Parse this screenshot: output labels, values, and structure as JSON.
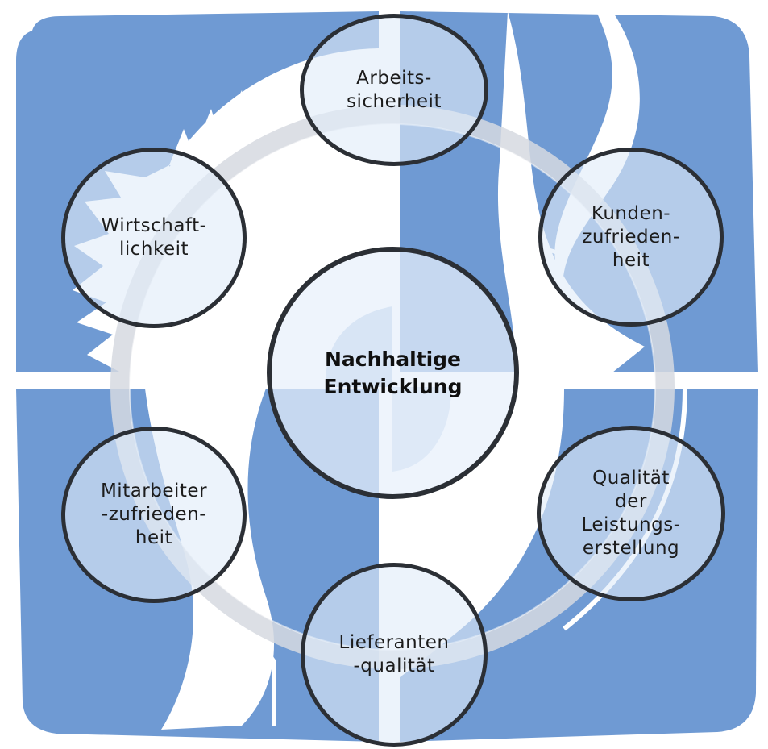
{
  "diagram": {
    "center": {
      "label": "Nachhaltige\nEntwicklung"
    },
    "nodes": [
      {
        "id": "arbeitssicherheit",
        "label": "Arbeits-\nsicherheit"
      },
      {
        "id": "kundenzufriedenheit",
        "label": "Kunden-\nzufrieden-\nheit"
      },
      {
        "id": "qualitaet",
        "label": "Qualität\nder\nLeistungs-\nerstellung"
      },
      {
        "id": "lieferantenqualitaet",
        "label": "Lieferanten\n-qualität"
      },
      {
        "id": "mitarbeiterzufriedenheit",
        "label": "Mitarbeiter\n-zufrieden-\nheit"
      },
      {
        "id": "wirtschaftlichkeit",
        "label": "Wirtschaft-\nlichkeit"
      }
    ]
  },
  "colors": {
    "background_blue": "#6f9ad3",
    "ring": "#d6d9e0",
    "circle_border": "#2b2f35",
    "circle_fill": "#e1ebf8"
  }
}
